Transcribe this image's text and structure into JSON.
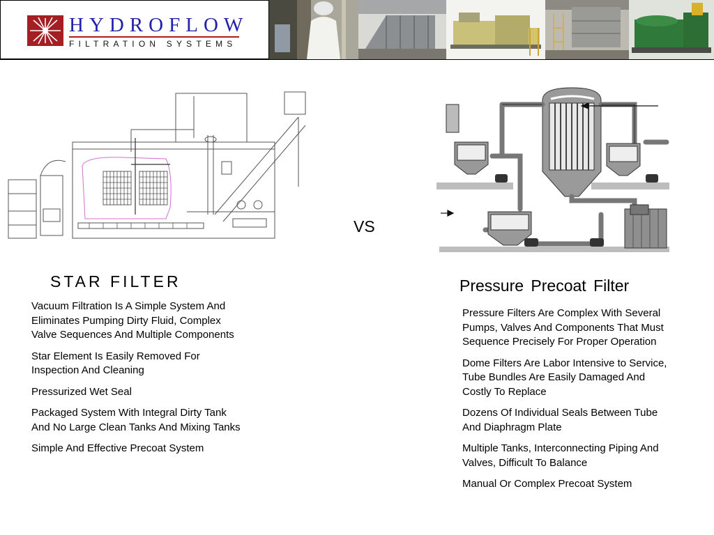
{
  "header": {
    "brand": "HYDROFLOW",
    "tagline": "FILTRATION SYSTEMS",
    "logo_icon": "starburst-icon",
    "colors": {
      "brand_text": "#2222aa",
      "logo_red": "#a31f24"
    }
  },
  "comparison": {
    "vs_label": "VS",
    "left": {
      "title": "STAR  FILTER",
      "points": [
        "Vacuum Filtration Is A Simple System And Eliminates Pumping Dirty Fluid, Complex Valve Sequences And Multiple Components",
        "Star Element Is Easily Removed For Inspection And Cleaning",
        "Pressurized Wet Seal",
        "Packaged System With Integral Dirty Tank And No Large Clean Tanks And Mixing Tanks",
        "Simple And Effective Precoat System"
      ]
    },
    "right": {
      "title": "Pressure  Precoat  Filter",
      "points": [
        "Pressure Filters Are Complex With Several Pumps, Valves And Components That Must Sequence Precisely For Proper Operation",
        "Dome Filters Are Labor Intensive to Service, Tube Bundles Are Easily Damaged And Costly To Replace",
        "Dozens Of Individual Seals Between Tube And Diaphragm Plate",
        "Multiple Tanks, Interconnecting Piping And Valves, Difficult To Balance",
        "Manual Or Complex Precoat System"
      ]
    }
  }
}
